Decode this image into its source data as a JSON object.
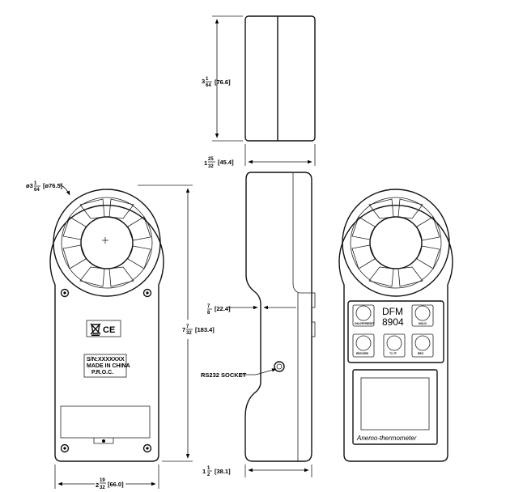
{
  "dimensions": {
    "top_height": {
      "whole": "3",
      "num": "1",
      "den": "64",
      "metric": "[76.6]"
    },
    "top_depth": {
      "whole": "1",
      "num": "25",
      "den": "32",
      "metric": "[45.4]"
    },
    "fan_diameter": {
      "prefix": "ø3",
      "num": "1",
      "den": "64",
      "metric": "[ø76.5]"
    },
    "total_height": {
      "whole": "7",
      "num": "7",
      "den": "32",
      "metric": "[183.4]"
    },
    "width": {
      "whole": "2",
      "num": "19",
      "den": "32",
      "metric": "[66.0]"
    },
    "neck_depth": {
      "whole": "",
      "num": "7",
      "den": "8",
      "metric": "[22.4]"
    },
    "base_depth": {
      "whole": "1",
      "num": "1",
      "den": "2",
      "metric": "[38.1]"
    }
  },
  "labels": {
    "rs232": "RS232 SOCKET",
    "serial": "S/N:XXXXXXX",
    "made_in": "MADE IN CHINA",
    "proc": "P.R.O.C.",
    "ce": "CE",
    "model_line1": "DFM",
    "model_line2": "8904",
    "product": "Anemo-thermometer",
    "btn_on_off": "ON-OFF/RESET",
    "btn_hold": "HOLD",
    "btn_record": "RECORD",
    "btn_unit": "°C-°F",
    "btn_rec": "REC"
  }
}
